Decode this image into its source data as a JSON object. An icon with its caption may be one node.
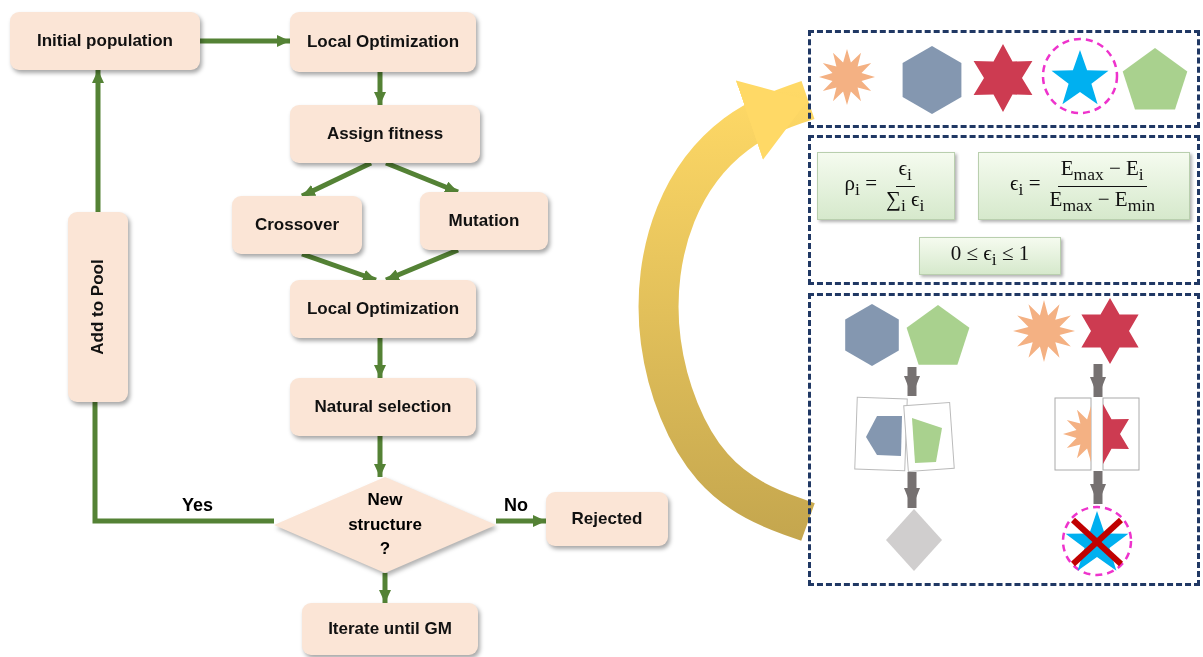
{
  "diagram": {
    "nodes": [
      {
        "text": [
          "Initial population"
        ]
      },
      {
        "text": [
          "Local Optimization"
        ]
      },
      {
        "text": [
          "Assign fitness"
        ]
      },
      {
        "text": [
          "Crossover"
        ]
      },
      {
        "text": [
          "Mutation"
        ]
      },
      {
        "text": [
          "Local Optimization"
        ]
      },
      {
        "text": [
          "Natural selection"
        ]
      },
      {
        "text": [
          "Add to Pool"
        ]
      },
      {
        "text": [
          "New structure ?"
        ]
      },
      {
        "text": [
          "Rejected"
        ]
      },
      {
        "text": [
          "Iterate until GM"
        ]
      },
      {
        "text": [],
        "shape": "box"
      },
      {
        "text": [],
        "shape": "box"
      },
      {
        "text": [
          "ρ$_{i}$ =",
          "ϵ$_{i}$",
          "∑$_{i}$ ϵ$_{i}$"
        ],
        "in": 12
      },
      {
        "text": [
          "ϵ$_{i}$ =",
          "E$_{max}$ − E$_{i}$",
          "E$_{max}$ − E$_{min}$"
        ],
        "in": 12
      },
      {
        "text": [
          "0 ≤ ϵ$_{i}$ ≤ 1"
        ],
        "in": 12
      },
      {
        "text": [],
        "shape": "box"
      },
      {
        "text": [],
        "shape": "picture",
        "in": 16
      },
      {
        "text": [],
        "shape": "picture",
        "in": 16
      },
      {
        "text": [],
        "shape": "diamond",
        "in": 16
      },
      {
        "text": [],
        "shape": "picture",
        "in": 16
      },
      {
        "text": [],
        "shape": "picture",
        "in": 16
      },
      {
        "text": [],
        "shape": "picture",
        "in": 16
      }
    ],
    "edges": [
      {
        "from": 0,
        "to": 1,
        "arrow": "to"
      },
      {
        "from": 1,
        "to": 2,
        "arrow": "to"
      },
      {
        "from": 2,
        "to": 3,
        "arrow": "to"
      },
      {
        "from": 2,
        "to": 4,
        "arrow": "to"
      },
      {
        "from": 3,
        "to": 5,
        "arrow": "to"
      },
      {
        "from": 4,
        "to": 5,
        "arrow": "to"
      },
      {
        "from": 5,
        "to": 6,
        "arrow": "to"
      },
      {
        "from": 6,
        "to": 8,
        "arrow": "to"
      },
      {
        "from": 8,
        "to": 7,
        "arrow": "none",
        "label": "Yes"
      },
      {
        "from": 7,
        "to": 0,
        "arrow": "to"
      },
      {
        "from": 8,
        "to": 9,
        "arrow": "to",
        "label": "No"
      },
      {
        "from": 8,
        "to": 10,
        "arrow": "to"
      },
      {
        "from": 16,
        "to": 11,
        "arrow": "to",
        "style": "thick",
        "color": "#e6c35c"
      },
      {
        "from": 17,
        "to": 18,
        "arrow": "to",
        "style": "thick",
        "color": "#767171"
      },
      {
        "from": 18,
        "to": 19,
        "arrow": "to",
        "style": "thick",
        "color": "#767171"
      },
      {
        "from": 20,
        "to": 21,
        "arrow": "to",
        "style": "thick",
        "color": "#767171"
      },
      {
        "from": 21,
        "to": 22,
        "arrow": "to",
        "style": "thick",
        "color": "#767171"
      }
    ]
  }
}
